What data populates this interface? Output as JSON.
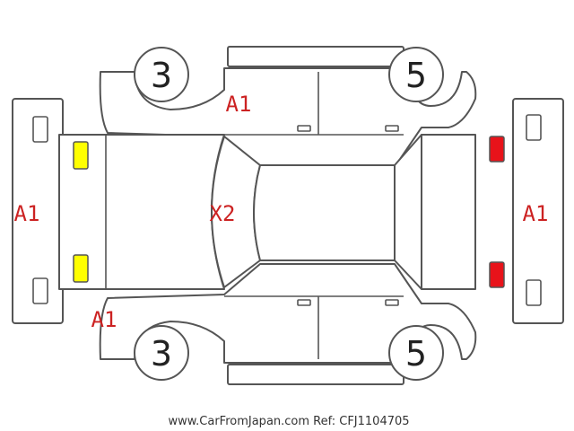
{
  "wheels": {
    "front_left": "3",
    "rear_left": "5",
    "front_right": "3",
    "rear_right": "5"
  },
  "damage_marks": {
    "front_bumper": "A1",
    "front_left_fender": "A1",
    "hood": "X2",
    "front_right_fender": "A1",
    "rear_bumper": "A1"
  },
  "footer": {
    "watermark": "www.CarFromJapan.com Ref: CFJ1104705"
  },
  "colors": {
    "outline": "#555555",
    "damage_text": "#cc2222",
    "headlight": "#ffff00",
    "taillight": "#e8131a"
  }
}
